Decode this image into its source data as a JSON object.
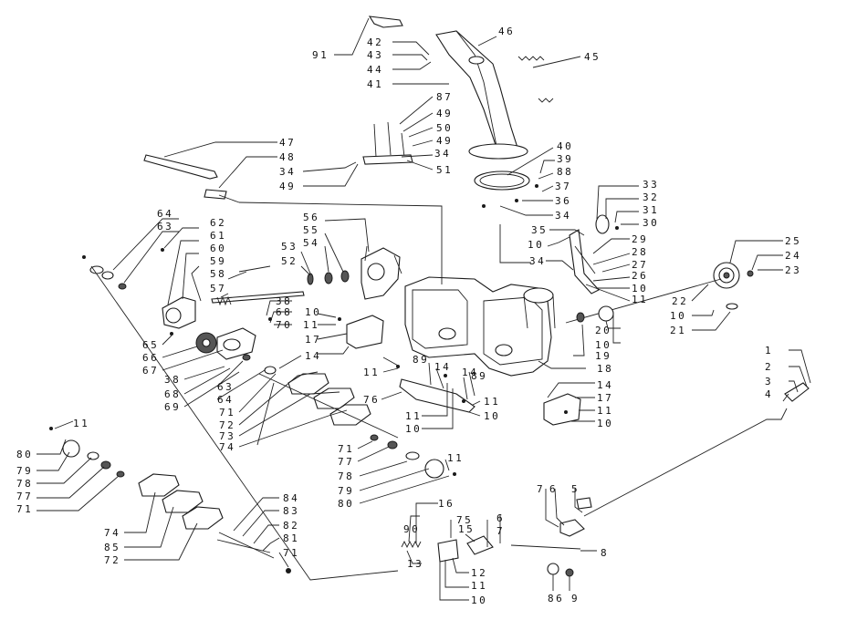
{
  "diagram": {
    "callouts": [
      {
        "id": "c1",
        "text": "1"
      },
      {
        "id": "c2",
        "text": "2"
      },
      {
        "id": "c3",
        "text": "3"
      },
      {
        "id": "c4",
        "text": "4"
      },
      {
        "id": "c5",
        "text": "5"
      },
      {
        "id": "c6a",
        "text": "6"
      },
      {
        "id": "c7a",
        "text": "7"
      },
      {
        "id": "c6b",
        "text": "6"
      },
      {
        "id": "c7b",
        "text": "7"
      },
      {
        "id": "c8",
        "text": "8"
      },
      {
        "id": "c86",
        "text": "86"
      },
      {
        "id": "c9",
        "text": "9"
      },
      {
        "id": "c10a",
        "text": "10"
      },
      {
        "id": "c10b",
        "text": "10"
      },
      {
        "id": "c10c",
        "text": "10"
      },
      {
        "id": "c10d",
        "text": "10"
      },
      {
        "id": "c10e",
        "text": "10"
      },
      {
        "id": "c10f",
        "text": "10"
      },
      {
        "id": "c10g",
        "text": "10"
      },
      {
        "id": "c10h",
        "text": "10"
      },
      {
        "id": "c10i",
        "text": "10"
      },
      {
        "id": "c11a",
        "text": "11"
      },
      {
        "id": "c11b",
        "text": "11"
      },
      {
        "id": "c11c",
        "text": "11"
      },
      {
        "id": "c11d",
        "text": "11"
      },
      {
        "id": "c11e",
        "text": "11"
      },
      {
        "id": "c11f",
        "text": "11"
      },
      {
        "id": "c11g",
        "text": "11"
      },
      {
        "id": "c11h",
        "text": "11"
      },
      {
        "id": "c11i",
        "text": "11"
      },
      {
        "id": "c12",
        "text": "12"
      },
      {
        "id": "c13",
        "text": "13"
      },
      {
        "id": "c14a",
        "text": "14"
      },
      {
        "id": "c14b",
        "text": "14"
      },
      {
        "id": "c14c",
        "text": "14"
      },
      {
        "id": "c14d",
        "text": "14"
      },
      {
        "id": "c15",
        "text": "15"
      },
      {
        "id": "c16",
        "text": "16"
      },
      {
        "id": "c17a",
        "text": "17"
      },
      {
        "id": "c17b",
        "text": "17"
      },
      {
        "id": "c18",
        "text": "18"
      },
      {
        "id": "c19",
        "text": "19"
      },
      {
        "id": "c20",
        "text": "20"
      },
      {
        "id": "c21",
        "text": "21"
      },
      {
        "id": "c22",
        "text": "22"
      },
      {
        "id": "c23",
        "text": "23"
      },
      {
        "id": "c24",
        "text": "24"
      },
      {
        "id": "c25",
        "text": "25"
      },
      {
        "id": "c26",
        "text": "26"
      },
      {
        "id": "c27",
        "text": "27"
      },
      {
        "id": "c28",
        "text": "28"
      },
      {
        "id": "c29",
        "text": "29"
      },
      {
        "id": "c30",
        "text": "30"
      },
      {
        "id": "c31",
        "text": "31"
      },
      {
        "id": "c32",
        "text": "32"
      },
      {
        "id": "c33",
        "text": "33"
      },
      {
        "id": "c34a",
        "text": "34"
      },
      {
        "id": "c34b",
        "text": "34"
      },
      {
        "id": "c34c",
        "text": "34"
      },
      {
        "id": "c34d",
        "text": "34"
      },
      {
        "id": "c35",
        "text": "35"
      },
      {
        "id": "c36",
        "text": "36"
      },
      {
        "id": "c37",
        "text": "37"
      },
      {
        "id": "c38a",
        "text": "38"
      },
      {
        "id": "c38b",
        "text": "38"
      },
      {
        "id": "c39",
        "text": "39"
      },
      {
        "id": "c40",
        "text": "40"
      },
      {
        "id": "c41",
        "text": "41"
      },
      {
        "id": "c42",
        "text": "42"
      },
      {
        "id": "c43",
        "text": "43"
      },
      {
        "id": "c44",
        "text": "44"
      },
      {
        "id": "c45",
        "text": "45"
      },
      {
        "id": "c46",
        "text": "46"
      },
      {
        "id": "c47",
        "text": "47"
      },
      {
        "id": "c48",
        "text": "48"
      },
      {
        "id": "c49a",
        "text": "49"
      },
      {
        "id": "c49b",
        "text": "49"
      },
      {
        "id": "c49c",
        "text": "49"
      },
      {
        "id": "c50",
        "text": "50"
      },
      {
        "id": "c51",
        "text": "51"
      },
      {
        "id": "c52",
        "text": "52"
      },
      {
        "id": "c53",
        "text": "53"
      },
      {
        "id": "c54",
        "text": "54"
      },
      {
        "id": "c55",
        "text": "55"
      },
      {
        "id": "c56",
        "text": "56"
      },
      {
        "id": "c57",
        "text": "57"
      },
      {
        "id": "c58",
        "text": "58"
      },
      {
        "id": "c59",
        "text": "59"
      },
      {
        "id": "c60",
        "text": "60"
      },
      {
        "id": "c61",
        "text": "61"
      },
      {
        "id": "c62",
        "text": "62"
      },
      {
        "id": "c63a",
        "text": "63"
      },
      {
        "id": "c63b",
        "text": "63"
      },
      {
        "id": "c64a",
        "text": "64"
      },
      {
        "id": "c64b",
        "text": "64"
      },
      {
        "id": "c65",
        "text": "65"
      },
      {
        "id": "c66",
        "text": "66"
      },
      {
        "id": "c67",
        "text": "67"
      },
      {
        "id": "c68a",
        "text": "68"
      },
      {
        "id": "c68b",
        "text": "68"
      },
      {
        "id": "c69",
        "text": "69"
      },
      {
        "id": "c70",
        "text": "70"
      },
      {
        "id": "c71a",
        "text": "71"
      },
      {
        "id": "c71b",
        "text": "71"
      },
      {
        "id": "c71c",
        "text": "71"
      },
      {
        "id": "c71d",
        "text": "71"
      },
      {
        "id": "c72a",
        "text": "72"
      },
      {
        "id": "c72b",
        "text": "72"
      },
      {
        "id": "c73",
        "text": "73"
      },
      {
        "id": "c74a",
        "text": "74"
      },
      {
        "id": "c74b",
        "text": "74"
      },
      {
        "id": "c75",
        "text": "75"
      },
      {
        "id": "c76",
        "text": "76"
      },
      {
        "id": "c77a",
        "text": "77"
      },
      {
        "id": "c77b",
        "text": "77"
      },
      {
        "id": "c78a",
        "text": "78"
      },
      {
        "id": "c78b",
        "text": "78"
      },
      {
        "id": "c79a",
        "text": "79"
      },
      {
        "id": "c79b",
        "text": "79"
      },
      {
        "id": "c80a",
        "text": "80"
      },
      {
        "id": "c80b",
        "text": "80"
      },
      {
        "id": "c81",
        "text": "81"
      },
      {
        "id": "c82",
        "text": "82"
      },
      {
        "id": "c83",
        "text": "83"
      },
      {
        "id": "c84",
        "text": "84"
      },
      {
        "id": "c85",
        "text": "85"
      },
      {
        "id": "c87",
        "text": "87"
      },
      {
        "id": "c88",
        "text": "88"
      },
      {
        "id": "c89a",
        "text": "89"
      },
      {
        "id": "c89b",
        "text": "89"
      },
      {
        "id": "c90",
        "text": "90"
      },
      {
        "id": "c91",
        "text": "91"
      }
    ]
  }
}
